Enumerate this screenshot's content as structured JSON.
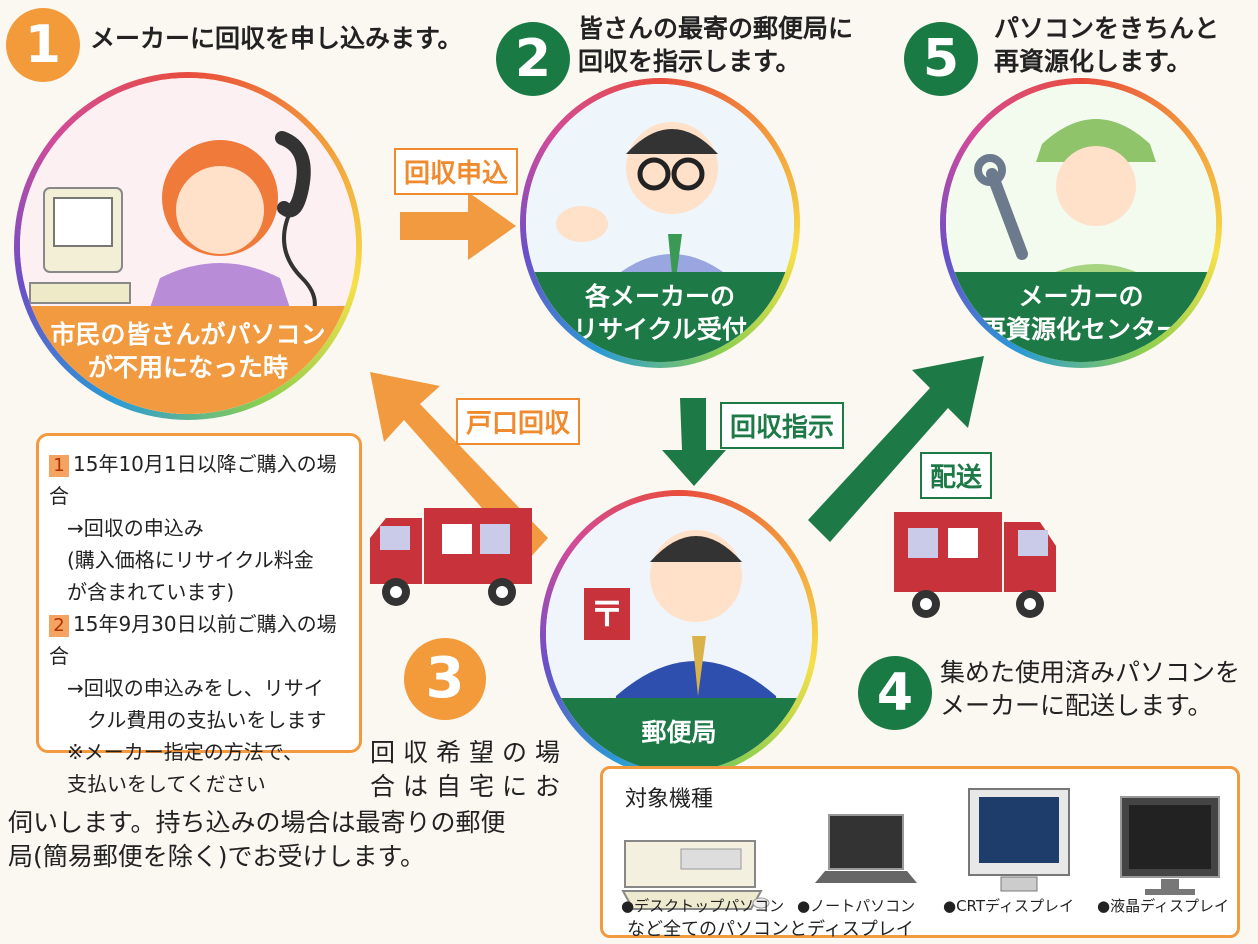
{
  "steps": [
    {
      "number": "1",
      "text_lines": [
        "メーカーに回収を申し込みます。"
      ]
    },
    {
      "number": "2",
      "text_lines": [
        "皆さんの最寄の郵便局に",
        "回収を指示します。"
      ]
    },
    {
      "number": "5",
      "text_lines": [
        "パソコンをきちんと",
        "再資源化します。"
      ]
    },
    {
      "number": "3",
      "text_lines": [
        "回収希望の場",
        "合は自宅にお",
        "伺いします。持ち込みの場合は最寄りの郵便",
        "局(簡易郵便を除く)でお受けします。"
      ]
    },
    {
      "number": "4",
      "text_lines": [
        "集めた使用済みパソコンを",
        "メーカーに配送します。"
      ]
    }
  ],
  "circles": {
    "citizen": [
      "市民の皆さんがパソコン",
      "が不用になった時"
    ],
    "maker": [
      "各メーカーの",
      "リサイクル受付"
    ],
    "center": [
      "メーカーの",
      "再資源化センター"
    ],
    "post": [
      "郵便局"
    ]
  },
  "arrows": {
    "apply": "回収申込",
    "door": "戸口回収",
    "instruct": "回収指示",
    "deliver": "配送"
  },
  "note": {
    "item1_num": "1",
    "item1_title": "15年10月1日以降ご購入の場合",
    "item1_lines": [
      "→回収の申込み",
      "(購入価格にリサイクル料金",
      "が含まれています)"
    ],
    "item2_num": "2",
    "item2_title": "15年9月30日以前ご購入の場合",
    "item2_lines": [
      "→回収の申込みをし、リサイ",
      "クル費用の支払いをします",
      "※メーカー指定の方法で、",
      "支払いをしてください"
    ]
  },
  "devices": {
    "heading": "対象機種",
    "items": [
      "●デスクトップパソコン",
      "●ノートパソコン",
      "●CRTディスプレイ",
      "●液晶ディスプレイ"
    ],
    "footer": "など全てのパソコンとディスプレイ"
  },
  "colors": {
    "orange": "#f29a3f",
    "green": "#1d7a46",
    "truck_red": "#c8323a"
  }
}
